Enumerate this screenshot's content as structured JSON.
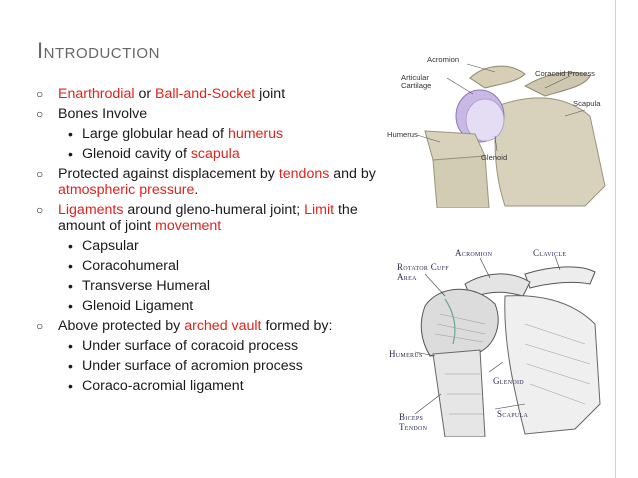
{
  "slide": {
    "title": "Introduction",
    "bullets": [
      {
        "level": 1,
        "parts": [
          {
            "t": "Enarthrodial",
            "red": true
          },
          {
            "t": " or "
          },
          {
            "t": "Ball-and-Socket",
            "red": true
          },
          {
            "t": " joint"
          }
        ]
      },
      {
        "level": 1,
        "parts": [
          {
            "t": "Bones Involve"
          }
        ]
      },
      {
        "level": 2,
        "parts": [
          {
            "t": "Large globular head of "
          },
          {
            "t": "humerus",
            "red": true
          }
        ]
      },
      {
        "level": 2,
        "parts": [
          {
            "t": "Glenoid cavity of "
          },
          {
            "t": "scapula",
            "red": true
          }
        ]
      },
      {
        "level": 1,
        "parts": [
          {
            "t": "Protected against displacement by "
          },
          {
            "t": "tendons",
            "red": true
          },
          {
            "t": " and by "
          },
          {
            "t": "atmospheric pressure",
            "red": true
          },
          {
            "t": "."
          }
        ]
      },
      {
        "level": 1,
        "parts": [
          {
            "t": "Ligaments",
            "red": true
          },
          {
            "t": " around gleno-humeral joint; "
          },
          {
            "t": "Limit",
            "red": true
          },
          {
            "t": " the amount of joint "
          },
          {
            "t": "movement",
            "red": true
          }
        ]
      },
      {
        "level": 2,
        "parts": [
          {
            "t": "Capsular"
          }
        ]
      },
      {
        "level": 2,
        "parts": [
          {
            "t": "Coracohumeral"
          }
        ]
      },
      {
        "level": 2,
        "parts": [
          {
            "t": "Transverse Humeral"
          }
        ]
      },
      {
        "level": 2,
        "parts": [
          {
            "t": "Glenoid Ligament"
          }
        ]
      },
      {
        "level": 1,
        "parts": [
          {
            "t": "Above protected by "
          },
          {
            "t": "arched vault",
            "red": true
          },
          {
            "t": " formed by:"
          }
        ]
      },
      {
        "level": 2,
        "parts": [
          {
            "t": "Under surface of coracoid process"
          }
        ]
      },
      {
        "level": 2,
        "parts": [
          {
            "t": "Under surface of acromion process"
          }
        ]
      },
      {
        "level": 2,
        "parts": [
          {
            "t": "Coraco-acromial ligament"
          }
        ]
      }
    ]
  },
  "diagram_top": {
    "labels": {
      "acromion": "Acromion",
      "articular_cartilage": "Articular Cartilage",
      "coracoid_process": "Coracoid Process",
      "scapula": "Scapula",
      "humerus": "Humerus",
      "glenoid": "Glenoid"
    }
  },
  "diagram_bottom": {
    "labels": {
      "acromion": "Acromion",
      "clavicle": "Clavicle",
      "rotator_cuff": "Rotator Cuff Area",
      "humerus": "Humerus",
      "glenoid": "Glenoid",
      "biceps_tendon": "Biceps Tendon",
      "scapula": "Scapula"
    }
  },
  "colors": {
    "accent_red": "#e0231c",
    "title_gray": "#666666",
    "border": "#e8c9c6"
  }
}
